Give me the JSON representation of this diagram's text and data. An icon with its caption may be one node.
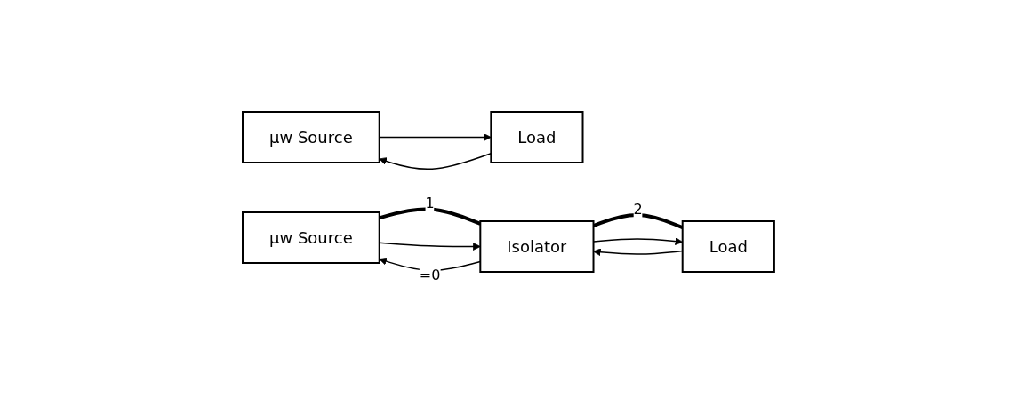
{
  "diagram": {
    "nodes": [
      {
        "text": [
          "μw Source"
        ]
      },
      {
        "text": [
          "Load"
        ]
      },
      {
        "text": [
          "μw Source"
        ]
      },
      {
        "text": [
          "Isolator"
        ]
      },
      {
        "text": [
          "Load"
        ]
      }
    ],
    "edges": [
      {
        "from": 0,
        "to": 1,
        "arrow": "to"
      },
      {
        "from": 1,
        "to": 0,
        "arrow": "to"
      },
      {
        "from": 2,
        "to": 3,
        "arrow": "none",
        "label": "1",
        "style": "thick"
      },
      {
        "from": 2,
        "to": 3,
        "arrow": "to"
      },
      {
        "from": 3,
        "to": 2,
        "arrow": "to",
        "label": "=0"
      },
      {
        "from": 3,
        "to": 4,
        "arrow": "none",
        "label": "2",
        "style": "thick"
      },
      {
        "from": 3,
        "to": 4,
        "arrow": "to"
      },
      {
        "from": 4,
        "to": 3,
        "arrow": "to"
      }
    ]
  }
}
